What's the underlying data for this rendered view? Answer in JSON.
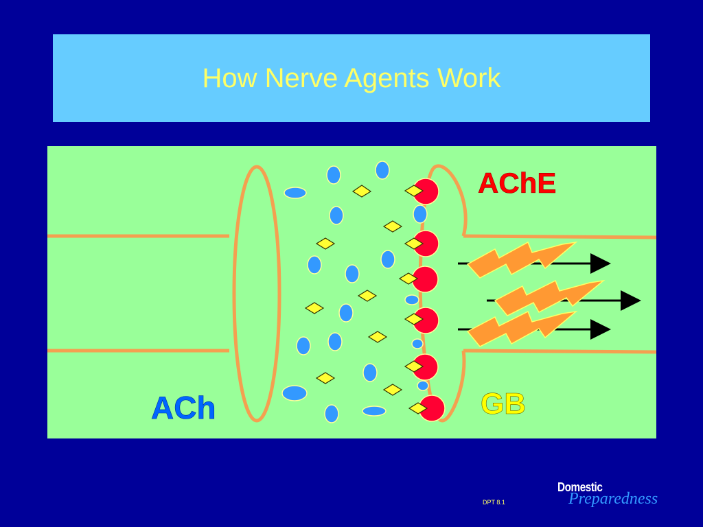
{
  "slide": {
    "title": "How Nerve Agents Work",
    "footer_code": "DPT 8.1"
  },
  "diagram": {
    "labels": {
      "ache": "AChE",
      "ach": "ACh",
      "gb": "GB"
    },
    "colors": {
      "slide_background": "#000099",
      "title_box": "#66ccff",
      "title_text": "#ffff66",
      "diagram_background": "#99ff99",
      "membrane": "#f4a050",
      "ache_receptor": "#ff0033",
      "ach_molecule": "#3399ff",
      "gb_molecule": "#ffff33",
      "signal_bolt": "#ff9933",
      "ache_label": "#ff0000",
      "ach_label": "#0066ff",
      "gb_label": "#ffff00"
    }
  },
  "logo": {
    "line1": "Domestic",
    "line2": "Preparedness"
  }
}
